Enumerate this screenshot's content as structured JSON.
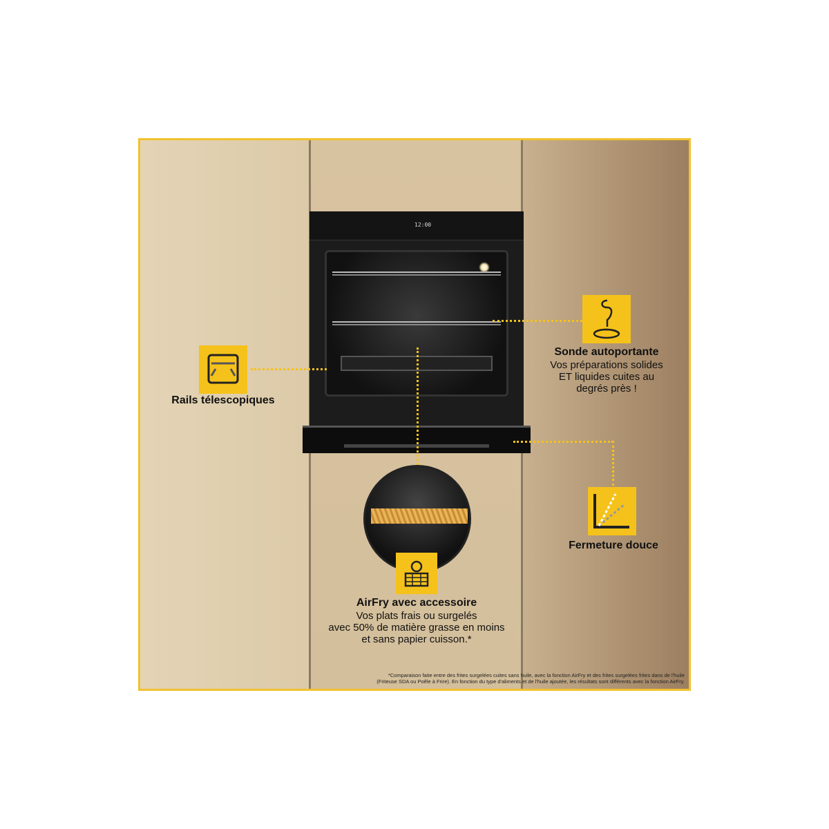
{
  "oven": {
    "display": "12:00"
  },
  "features": {
    "rails": {
      "title": "Rails télescopiques",
      "icon": "telescopic-rails-icon"
    },
    "probe": {
      "title": "Sonde autoportante",
      "description": [
        "Vos préparations solides",
        "ET liquides cuites au",
        "degrés près !"
      ],
      "icon": "probe-icon"
    },
    "soft_close": {
      "title": "Fermeture douce",
      "icon": "soft-close-door-icon"
    },
    "airfry": {
      "title": "AirFry avec accessoire",
      "description": [
        "Vos plats frais ou surgelés",
        "avec 50% de matière grasse en moins",
        "et sans papier cuisson.*"
      ],
      "icon": "airfry-basket-icon"
    }
  },
  "footnote": [
    "*Comparaison faite entre des frites surgelées cuites sans huile, avec la fonction AirFry et des frites surgelées frites dans de l'huile",
    "(Friteuse SDA ou Poêle à Frire). En fonction du type d'aliments et de l'huile ajoutée, les résultats sont différents avec la fonction AirFry."
  ],
  "colors": {
    "accent": "#f5c21b",
    "frame": "#f2c12e"
  }
}
